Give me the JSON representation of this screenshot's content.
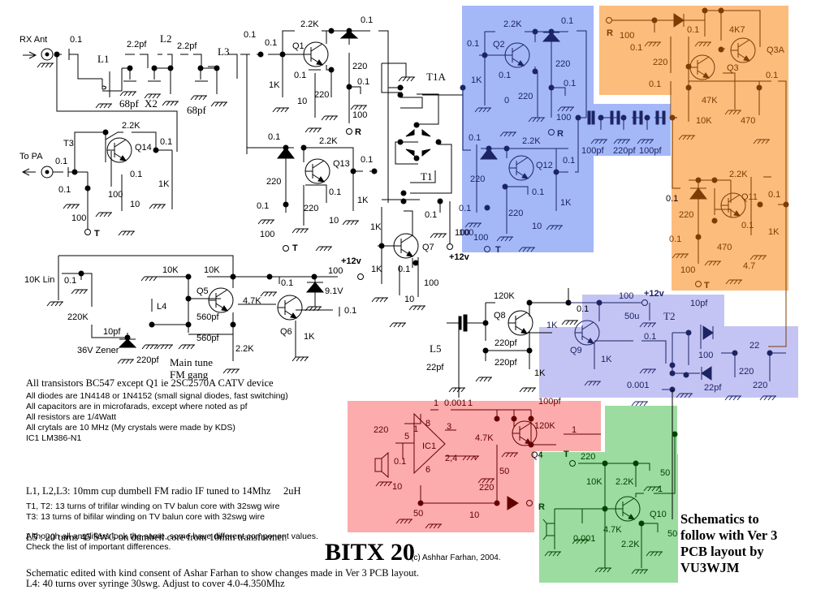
{
  "title": "BITX 20",
  "copyright": "(c) Ashhar Farhan, 2004.",
  "follow_note": [
    "Schematics to",
    "follow with Ver 3",
    "PCB layout by",
    "VU3WJM"
  ],
  "colors": {
    "blue_region": "#a4b8f8",
    "orange_region": "#fcbc7c",
    "lavender_region": "#c4c4f4",
    "pink_region": "#fcacac",
    "green_region": "#9cdca0",
    "blue_ink": "#1c2464",
    "orange_ink": "#7c3c04",
    "pink_ink": "#640000",
    "green_ink": "#004400"
  },
  "connectors": {
    "rx_ant": "RX Ant",
    "to_pa": "To PA",
    "t": "T",
    "r": "R",
    "vcc": "+12v"
  },
  "labels": {
    "rx_front": {
      "c_in": "0.1",
      "l1": "L1",
      "c1": "2.2pf",
      "l2": "L2",
      "c2": "2.2pf",
      "l3": "L3",
      "cap68a": "68pf",
      "x2": "X2",
      "cap68b": "68pf",
      "c_out": "0.1"
    },
    "q1_amp": {
      "q": "Q1",
      "c_in": "0.1",
      "rb": "1K",
      "rf": "2.2K",
      "ce": "0.1",
      "re1": "10",
      "re2": "220",
      "rd": "220",
      "cd": "0.1",
      "rr": "100",
      "c_out": "0.1"
    },
    "q14_amp": {
      "t": "T3",
      "q": "Q14",
      "c_in": "0.1",
      "c_dec": "0.1",
      "rt": "100",
      "rf": "2.2K",
      "re1": "100",
      "ce": "0.1",
      "re2": "10",
      "rc": "1K",
      "c_out": "0.1"
    },
    "q13_amp": {
      "q": "Q13",
      "c_in": "0.1",
      "rd": "220",
      "c_dec": "0.1",
      "rt": "100",
      "rf": "2.2K",
      "re1": "220",
      "ce": "0.1",
      "re2": "10",
      "rc": "1K",
      "c_out": "0.1"
    },
    "mixer": {
      "t1a": "T1A",
      "t1": "T1"
    },
    "q7_buf": {
      "q": "Q7",
      "rb": "1K",
      "c_dec": "0.1",
      "r_vcc": "100",
      "ce": "0.1",
      "re": "10",
      "rc": "100"
    },
    "vfo": {
      "pot": "10K Lin",
      "c_pot": "0.1",
      "r220k": "220K",
      "c10": "10pf",
      "zener": "36V Zener",
      "c220": "220pf",
      "l4": "L4",
      "r10k_a": "10K",
      "r10k_b": "10K",
      "q5": "Q5",
      "c560a": "560pf",
      "c560b": "560pf",
      "r22k": "2.2K",
      "gang": [
        "Main tune",
        "FM gang"
      ],
      "r47k": "4.7K",
      "q6": "Q6",
      "r1k": "1K",
      "c_dec": "0.1",
      "zener9": "9.1V",
      "r100": "100",
      "c_out": "0.1"
    },
    "q2_amp": {
      "q": "Q2",
      "c_in": "0.1",
      "rb": "1K",
      "rf": "2.2K",
      "ce": "0.1",
      "re1": "0",
      "re2": "220",
      "rd": "220",
      "cd": "0.1",
      "rr": "100",
      "c_out": "0.1"
    },
    "q12_amp": {
      "q": "Q12",
      "c_in": "0.1",
      "rd": "220",
      "c_dec": "0.1",
      "rt": "100",
      "r100": "100",
      "rf": "2.2K",
      "re1": "220",
      "ce": "0.1",
      "re2": "10",
      "rc": "1K",
      "c_out": "0.1"
    },
    "filter": {
      "c1": "100pf",
      "c2": "220pf",
      "c3": "100pf"
    },
    "q3_amp": {
      "r": "100",
      "c": "0.1",
      "r220": "220",
      "c01": "0.1",
      "cd": "0.1",
      "r4k7": "4K7",
      "q3": "Q3",
      "q3a": "Q3A",
      "r47k": "47K",
      "r10k": "10K",
      "r470": "470",
      "c_out": "0.1"
    },
    "q11_amp": {
      "q": "Q11",
      "c_in": "0.1",
      "rd": "220",
      "c_dec": "0.1",
      "rt": "100",
      "rf": "2.2K",
      "re1": "470",
      "ce": "0.1",
      "re2": "4.7",
      "rc": "1K",
      "c_out": "0.1"
    },
    "bfo": {
      "q8": "Q8",
      "r120k": "120K",
      "l5": "L5",
      "c22": "22pf",
      "c220a": "220pf",
      "c220b": "220pf",
      "r1k": "1K",
      "c_dec": "0.1"
    },
    "product_det": {
      "q9": "Q9",
      "rb": "1K",
      "r100": "100",
      "c50u": "50u",
      "t2": "T2",
      "c10": "10pf",
      "c01": "0.1",
      "re": "1K",
      "c001": "0.001",
      "pot": "100",
      "c22": "22pf",
      "r22": "22",
      "r220a": "220",
      "r220b": "220"
    },
    "audio": {
      "ic": "IC1",
      "r220": "220",
      "c01": "0.1",
      "c001": "0.001",
      "c1": "1",
      "pins": [
        "1",
        "8",
        "5",
        "3",
        "2,4",
        "6"
      ],
      "r10": "10",
      "c50": "50",
      "pot": "4.7K",
      "r220b": "220",
      "c50b": "50",
      "r10b": "10",
      "q4": "Q4",
      "r120k": "120K",
      "c100": "100pf",
      "c_in": "1"
    },
    "mic_amp": {
      "q": "Q10",
      "r220": "220",
      "r10k": "10K",
      "r22k": "2.2K",
      "c50": "50",
      "c1": "1",
      "c001": "0.001",
      "r47k": "4.7K",
      "re": "2.2K",
      "c50b": "50"
    }
  },
  "notes": {
    "serif_line1": "All transistors BC547 except Q1 ie 2SC2570A CATV device",
    "block1": [
      "All diodes are 1N4148 or 1N4152 (small signal diodes, fast switching)",
      "All capacitors are in microfarads, except where noted as pf",
      "All resistors are 1/4Watt",
      "All crytals are 10 MHz (My crystals were made by KDS)",
      "IC1 LM386-N1"
    ],
    "serif_block": [
      "L1, L2,L3: 10mm cup dumbell FM radio IF tuned to 14Mhz     2uH",
      "L5 : 20 turns 45 SWG on dumbell core from 10mm transformer.",
      "L4: 40 turns over syringe 30swg. Adjust to cover 4.0-4.350Mhz"
    ],
    "block2": [
      "T1, T2: 13 turns of trifilar winding on TV balun core with 32swg wire",
      "T3: 13 turns of bifilar winding on TV balun core with 32swg wire"
    ],
    "block3": [
      "Although all amplifiers look the same, some have different component values.",
      "Check the list of important differences."
    ],
    "footer": "Schematic edited with kind consent of Ashar Farhan to show changes made in Ver 3 PCB layout."
  }
}
